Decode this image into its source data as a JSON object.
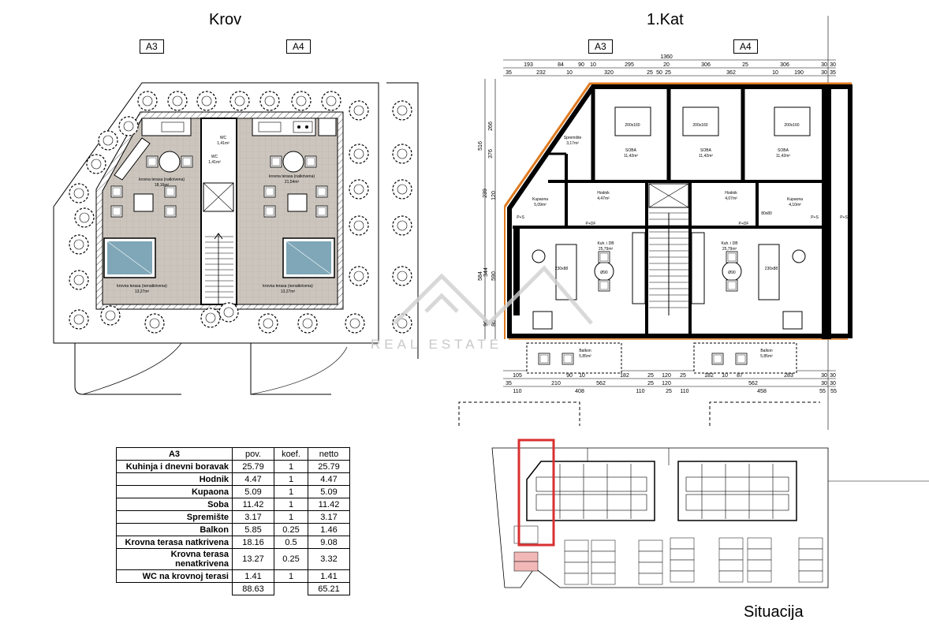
{
  "titles": {
    "roof": "Krov",
    "floor": "1.Kat",
    "site": "Situacija"
  },
  "unit_tags": {
    "a3": "A3",
    "a4": "A4"
  },
  "watermark": {
    "text": "REAL ESTATE"
  },
  "roof_plan": {
    "rooms": {
      "wc_a": "WC",
      "wc_a_area": "1,41m²",
      "wc_b": "WC",
      "wc_b_area": "1,41m²",
      "terrace_covered_left": "krovna terasa (natkrivena)",
      "terrace_covered_left_area": "18,16m²",
      "terrace_covered_right": "krovna terasa (natkrivena)",
      "terrace_covered_right_area": "21,54m²",
      "terrace_open_left": "krovna terasa (nenatkrivena)",
      "terrace_open_left_area": "13,27m²",
      "terrace_open_right": "krovna terasa (nenatkrivena)",
      "terrace_open_right_area": "13,27m²"
    }
  },
  "floor_plan": {
    "dims_top1": [
      "193",
      "84",
      "90",
      "10",
      "295",
      "20",
      "306",
      "25",
      "306",
      "30",
      "30"
    ],
    "dims_top2": [
      "35",
      "232",
      "10",
      "320",
      "25",
      "50",
      "25",
      "362",
      "10",
      "190",
      "30",
      "35"
    ],
    "dim_total": "1360",
    "dims_bottom1": [
      "105",
      "90",
      "10",
      "182",
      "25",
      "120",
      "25",
      "182",
      "10",
      "87",
      "283",
      "30",
      "30"
    ],
    "dims_bottom2": [
      "35",
      "210",
      "562",
      "25",
      "120",
      "562",
      "30",
      "30"
    ],
    "dims_bottom3": [
      "110",
      "408",
      "110",
      "25",
      "110",
      "458",
      "55",
      "55"
    ],
    "dims_left": [
      "516",
      "266",
      "376",
      "239",
      "120",
      "584",
      "344",
      "590",
      "96",
      "86"
    ],
    "rooms": {
      "storage": "Spremište",
      "storage_area": "3,17m²",
      "bed1": "SOBA",
      "bed1_area": "11,42m²",
      "bed2": "SOBA",
      "bed2_area": "11,42m²",
      "bed3": "SOBA",
      "bed3_area": "11,42m²",
      "bed_dim": "200x160",
      "hall1": "Hodnik",
      "hall1_area": "4,47m²",
      "hall2": "Hodnik",
      "hall2_area": "4,07m²",
      "bath1": "Kupaona",
      "bath1_area": "5,09m²",
      "bath2": "Kupaona",
      "bath2_area": "4,10m²",
      "ps": "P+S",
      "pdf": "P+DF",
      "shower": "80x80",
      "liv1": "Kuh. i DB",
      "liv1_area": "25,79m²",
      "liv2": "Kuh. i DB",
      "liv2_area": "25,79m²",
      "sofa": "230x88",
      "table": "Ø90",
      "balc1": "Balkon",
      "balc1_area": "5,85m²",
      "balc2": "Balkon",
      "balc2_area": "5,85m²"
    }
  },
  "area_table": {
    "headers": [
      "A3",
      "pov.",
      "koef.",
      "netto"
    ],
    "rows": [
      {
        "name": "Kuhinja i dnevni boravak",
        "pov": "25.79",
        "koef": "1",
        "netto": "25.79"
      },
      {
        "name": "Hodnik",
        "pov": "4.47",
        "koef": "1",
        "netto": "4.47"
      },
      {
        "name": "Kupaona",
        "pov": "5.09",
        "koef": "1",
        "netto": "5.09"
      },
      {
        "name": "Soba",
        "pov": "11.42",
        "koef": "1",
        "netto": "11.42"
      },
      {
        "name": "Spremište",
        "pov": "3.17",
        "koef": "1",
        "netto": "3.17"
      },
      {
        "name": "Balkon",
        "pov": "5.85",
        "koef": "0.25",
        "netto": "1.46"
      },
      {
        "name": "Krovna terasa natkrivena",
        "pov": "18.16",
        "koef": "0.5",
        "netto": "9.08"
      },
      {
        "name": "Krovna terasa nenatkrivena",
        "pov": "13.27",
        "koef": "0.25",
        "netto": "3.32"
      },
      {
        "name": "WC na krovnoj terasi",
        "pov": "1.41",
        "koef": "1",
        "netto": "1.41"
      }
    ],
    "total_pov": "88.63",
    "total_netto": "65.21"
  },
  "colors": {
    "wall": "#000000",
    "accent": "#e07a1f",
    "terrace": "#c9c3bb",
    "pool": "#7fa7b8",
    "highlight": "#d93030",
    "parking_hl": "#f2b8b8"
  }
}
